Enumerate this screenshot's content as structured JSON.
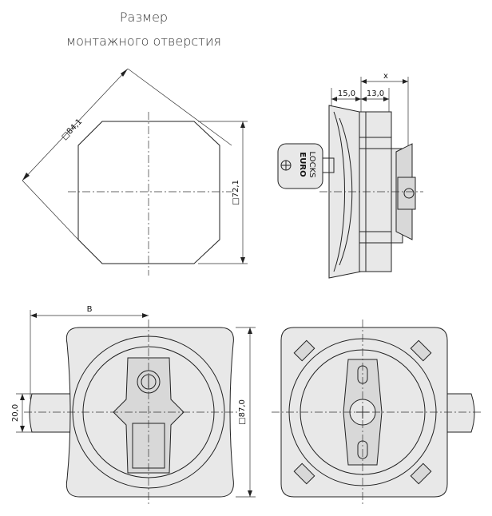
{
  "titles": {
    "line1": "Размер",
    "line2": "монтажного отверстия"
  },
  "dimensions": {
    "diag": "□84,1",
    "side": "□72,1",
    "depth_a": "15,0",
    "depth_b": "13,0",
    "x_label": "x",
    "b_label": "B",
    "h20": "20,0",
    "sq87": "□87,0"
  },
  "key_label": {
    "line1": "EURO",
    "line2": "LOCKS"
  }
}
